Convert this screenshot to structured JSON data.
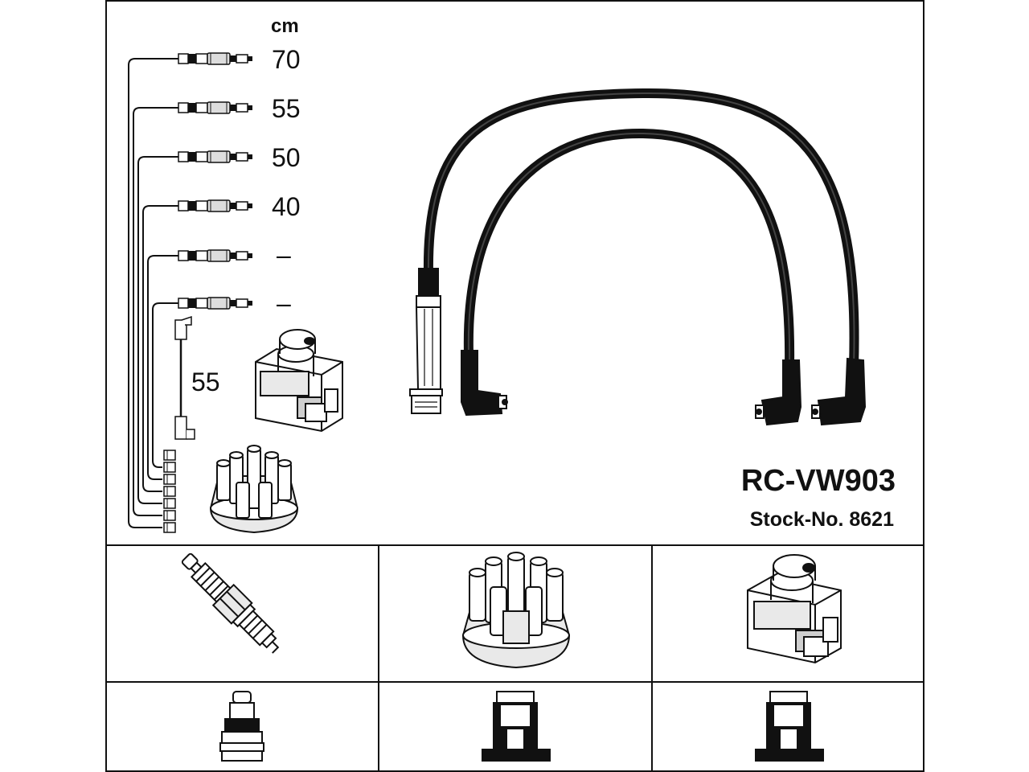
{
  "unit_label": "cm",
  "cable_lengths": [
    "70",
    "55",
    "50",
    "40",
    "–",
    "–"
  ],
  "coil_lead_length": "55",
  "product": {
    "model": "RC-VW903",
    "stock_no": "Stock-No. 8621"
  },
  "colors": {
    "line": "#111111",
    "background": "#ffffff",
    "part_fill": "#e9e9e9",
    "part_shade": "#cfcfcf"
  },
  "icons": {
    "row1": [
      "spark-plug-icon",
      "distributor-cap-icon",
      "ignition-coil-icon"
    ],
    "row2": [
      "spark-plug-terminal-icon",
      "distributor-terminal-icon",
      "coil-terminal-icon"
    ]
  }
}
